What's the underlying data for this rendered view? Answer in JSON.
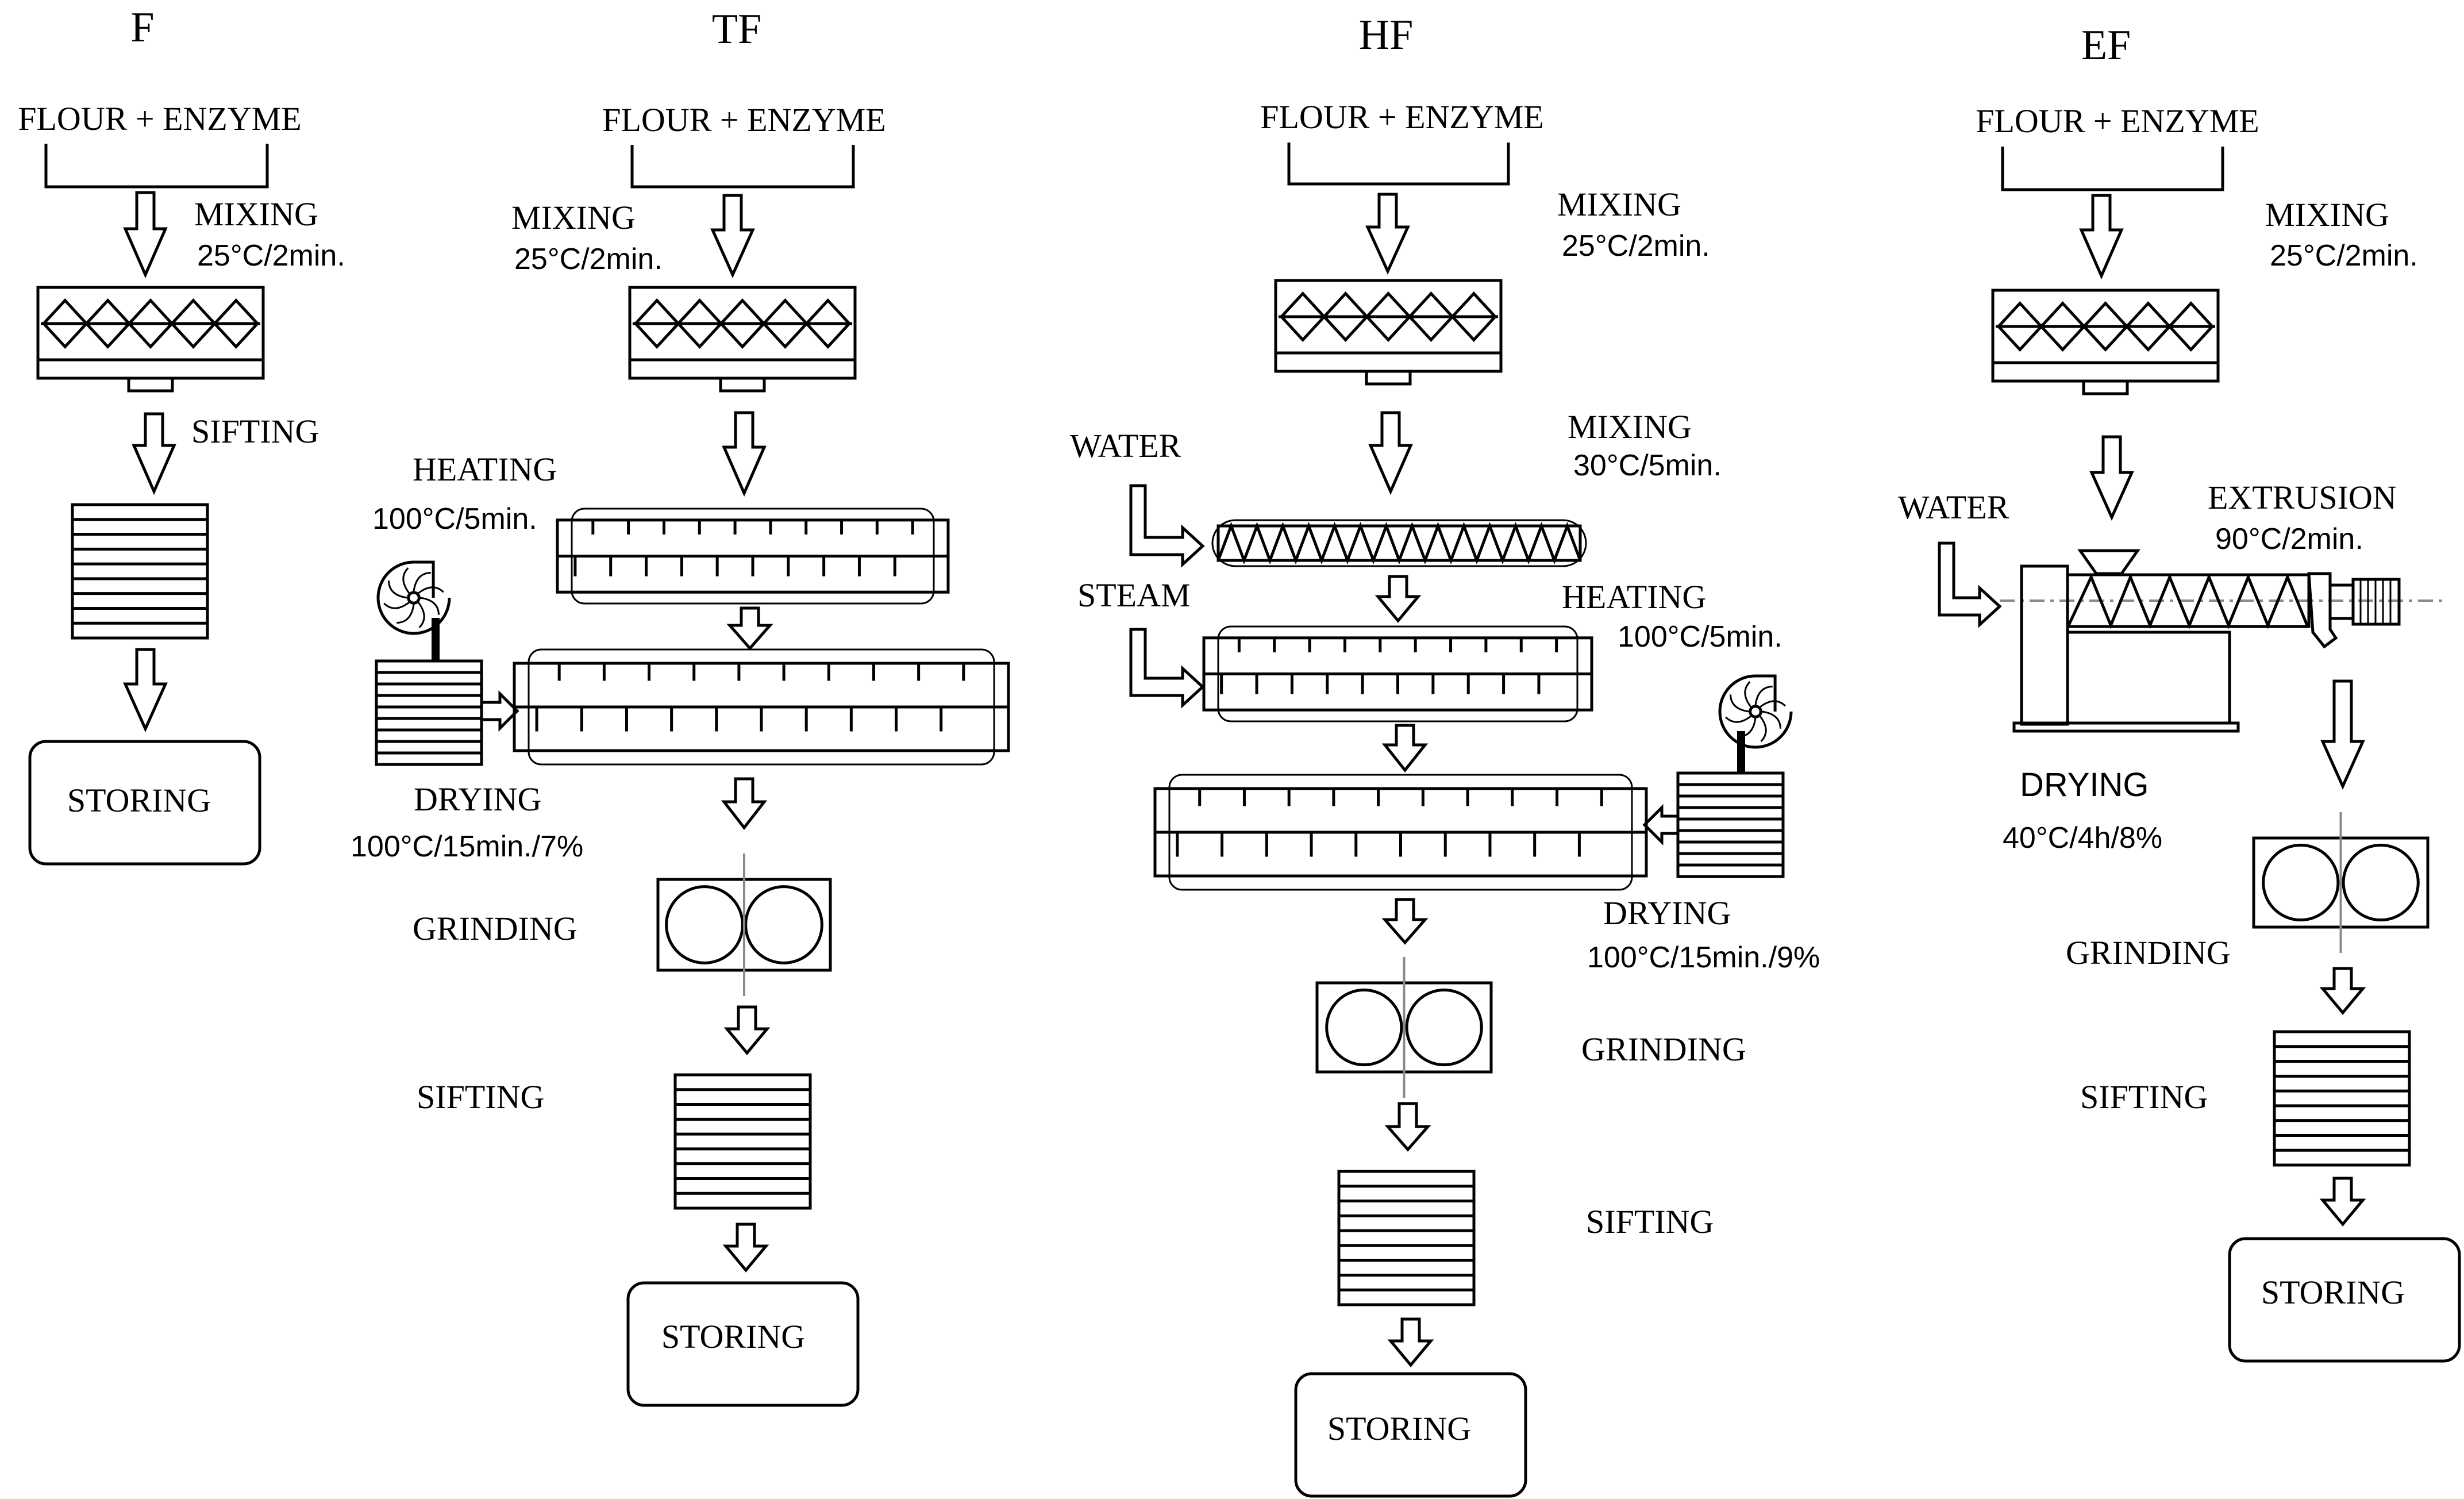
{
  "columns": {
    "F": {
      "title": "F",
      "input": "FLOUR  + ENZYME",
      "mixing": "MIXING",
      "mixing_cond": "25°C/2min.",
      "sifting": "SIFTING",
      "storing": "STORING"
    },
    "TF": {
      "title": "TF",
      "input": "FLOUR  + ENZYME",
      "mixing": "MIXING",
      "mixing_cond": "25°C/2min.",
      "heating": "HEATING",
      "heating_cond": "100°C/5min.",
      "drying": "DRYING",
      "drying_cond": "100°C/15min./7%",
      "grinding": "GRINDING",
      "sifting": "SIFTING",
      "storing": "STORING"
    },
    "HF": {
      "title": "HF",
      "input": "FLOUR  + ENZYME",
      "mixing": "MIXING",
      "mixing_cond": "25°C/2min.",
      "water": "WATER",
      "mixing2": "MIXING",
      "mixing2_cond": "30°C/5min.",
      "steam": "STEAM",
      "heating": "HEATING",
      "heating_cond": "100°C/5min.",
      "drying": "DRYING",
      "drying_cond": "100°C/15min./9%",
      "grinding": "GRINDING",
      "sifting": "SIFTING",
      "storing": "STORING"
    },
    "EF": {
      "title": "EF",
      "input": "FLOUR  + ENZYME",
      "mixing": "MIXING",
      "mixing_cond": "25°C/2min.",
      "water": "WATER",
      "extrusion": "EXTRUSION",
      "extrusion_cond": "90°C/2min.",
      "drying": "DRYING",
      "drying_cond": "40°C/4h/8%",
      "grinding": "GRINDING",
      "sifting": "SIFTING",
      "storing": "STORING"
    }
  },
  "icons": [
    "mixer-icon",
    "sifter-icon",
    "roller-grinder-icon",
    "fan-icon",
    "dryer-icon",
    "conveyor-icon",
    "extruder-icon",
    "flow-arrow-icon"
  ]
}
